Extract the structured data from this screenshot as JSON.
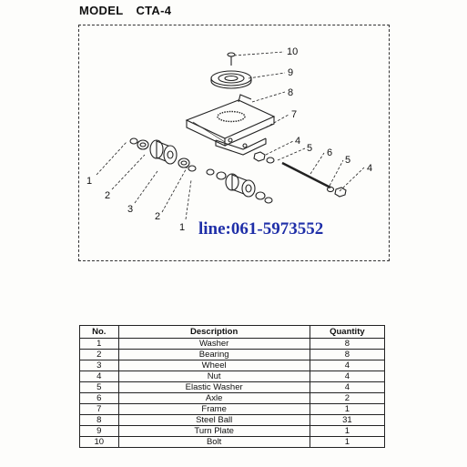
{
  "header": {
    "model_label": "MODEL",
    "model_code": "CTA-4"
  },
  "diagram": {
    "callouts": [
      "10",
      "9",
      "8",
      "7",
      "4",
      "5",
      "6",
      "5",
      "4",
      "1",
      "2",
      "3",
      "2",
      "1"
    ]
  },
  "watermark": "line:061-5973552",
  "parts_table": {
    "headers": [
      "No.",
      "Description",
      "Quantity"
    ],
    "rows": [
      [
        "1",
        "Washer",
        "8"
      ],
      [
        "2",
        "Bearing",
        "8"
      ],
      [
        "3",
        "Wheel",
        "4"
      ],
      [
        "4",
        "Nut",
        "4"
      ],
      [
        "5",
        "Elastic Washer",
        "4"
      ],
      [
        "6",
        "Axle",
        "2"
      ],
      [
        "7",
        "Frame",
        "1"
      ],
      [
        "8",
        "Steel Ball",
        "31"
      ],
      [
        "9",
        "Turn Plate",
        "1"
      ],
      [
        "10",
        "Bolt",
        "1"
      ]
    ]
  }
}
